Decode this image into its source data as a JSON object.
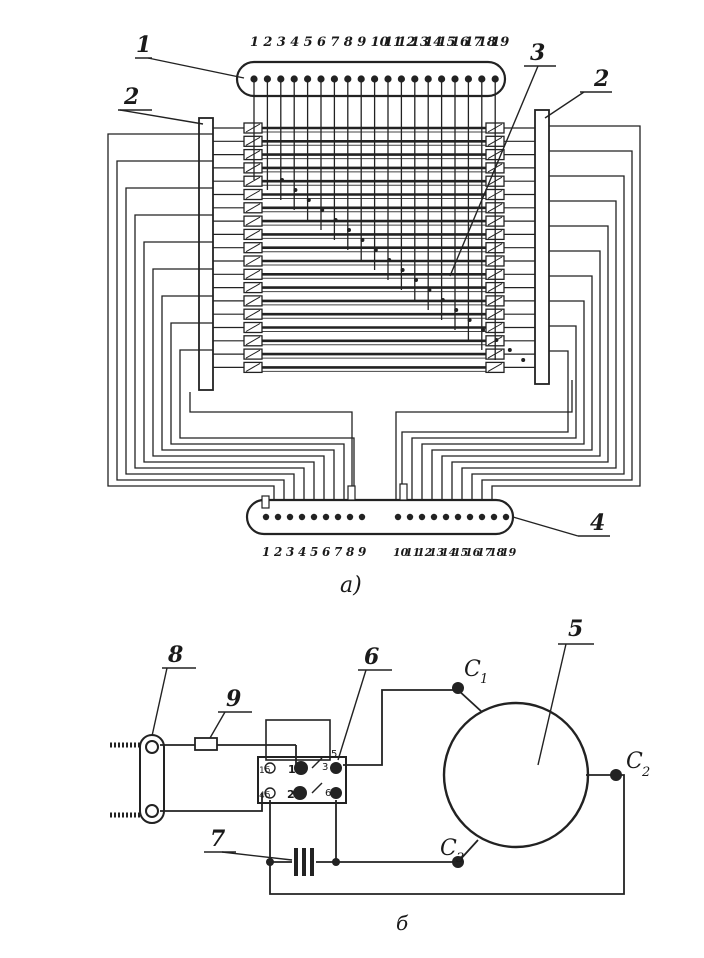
{
  "figure_a": {
    "top_numbers": [
      "1",
      "2",
      "3",
      "4",
      "5",
      "6",
      "7",
      "8",
      "9",
      "10",
      "11",
      "12",
      "13",
      "14",
      "15",
      "16",
      "17",
      "18",
      "19"
    ],
    "bottom_left_numbers": [
      "1",
      "2",
      "3",
      "4",
      "5",
      "6",
      "7",
      "8",
      "9"
    ],
    "bottom_right_numbers": [
      "10",
      "11",
      "12",
      "13",
      "14",
      "15",
      "16",
      "17",
      "18",
      "19"
    ],
    "callouts": {
      "c1": "1",
      "c2_left": "2",
      "c2_right": "2",
      "c3": "3",
      "c4": "4"
    },
    "caption": "а)"
  },
  "figure_b": {
    "callouts": {
      "c5": "5",
      "c6": "6",
      "c7": "7",
      "c8": "8",
      "c9": "9"
    },
    "terminals": {
      "c1": "C",
      "c1_sub": "1",
      "c2": "C",
      "c2_sub": "2",
      "c3": "C",
      "c3_sub": "3"
    },
    "relay_pins": {
      "p1": "1",
      "p2": "2",
      "p3": "3",
      "p5": "5",
      "p6": "6",
      "p1b": "1б",
      "p4b": "4б"
    },
    "caption": "б"
  },
  "colors": {
    "ink": "#222222",
    "paper": "#ffffff"
  }
}
